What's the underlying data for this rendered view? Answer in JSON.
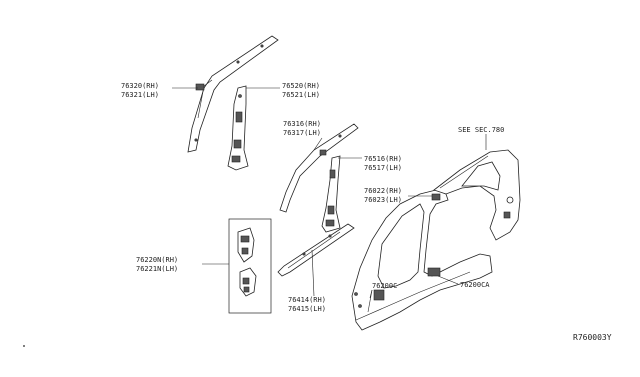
{
  "callouts": {
    "p76320": "76320(RH)",
    "p76321": "76321(LH)",
    "p76520": "76520(RH)",
    "p76521": "76521(LH)",
    "p76316": "76316(RH)",
    "p76317": "76317(LH)",
    "p76516": "76516(RH)",
    "p76517": "76517(LH)",
    "p76022": "76022(RH)",
    "p76023": "76023(LH)",
    "p76220N": "76220N(RH)",
    "p76221N": "76221N(LH)",
    "p76414": "76414(RH)",
    "p76415": "76415(LH)",
    "p76200C": "76200C",
    "p76200CA": "76200CA",
    "see_sec": "SEE SEC.780"
  },
  "diagram_code": "R760003Y"
}
